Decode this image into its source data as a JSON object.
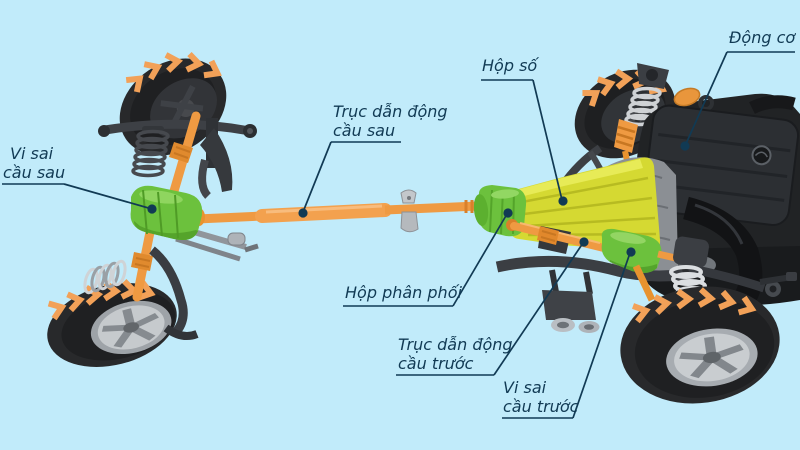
{
  "diagram": {
    "background_color": "#c1ebfa",
    "annotation_color": "#113a54",
    "part_colors": {
      "shaft_orange": "#ef9a42",
      "differential_green": "#6cc13d",
      "gearbox_yellow": "#d5d932",
      "engine_black": "#212325",
      "tire_black": "#28292b",
      "tread_marker_orange": "#f2a158",
      "rim_silver": "#c6cacd"
    },
    "labels": {
      "rear_differential": {
        "lines": [
          "Vi sai",
          "cầu sau"
        ]
      },
      "rear_driveshaft": {
        "lines": [
          "Trục dẫn động",
          "cầu sau"
        ]
      },
      "gearbox": {
        "lines": [
          "Hộp số"
        ]
      },
      "engine": {
        "lines": [
          "Động cơ"
        ]
      },
      "transfer_case": {
        "lines": [
          "Hộp phân phối"
        ]
      },
      "front_driveshaft": {
        "lines": [
          "Trục dẫn động",
          "cầu trước"
        ]
      },
      "front_differential": {
        "lines": [
          "Vi sai",
          "cầu trước"
        ]
      }
    }
  }
}
